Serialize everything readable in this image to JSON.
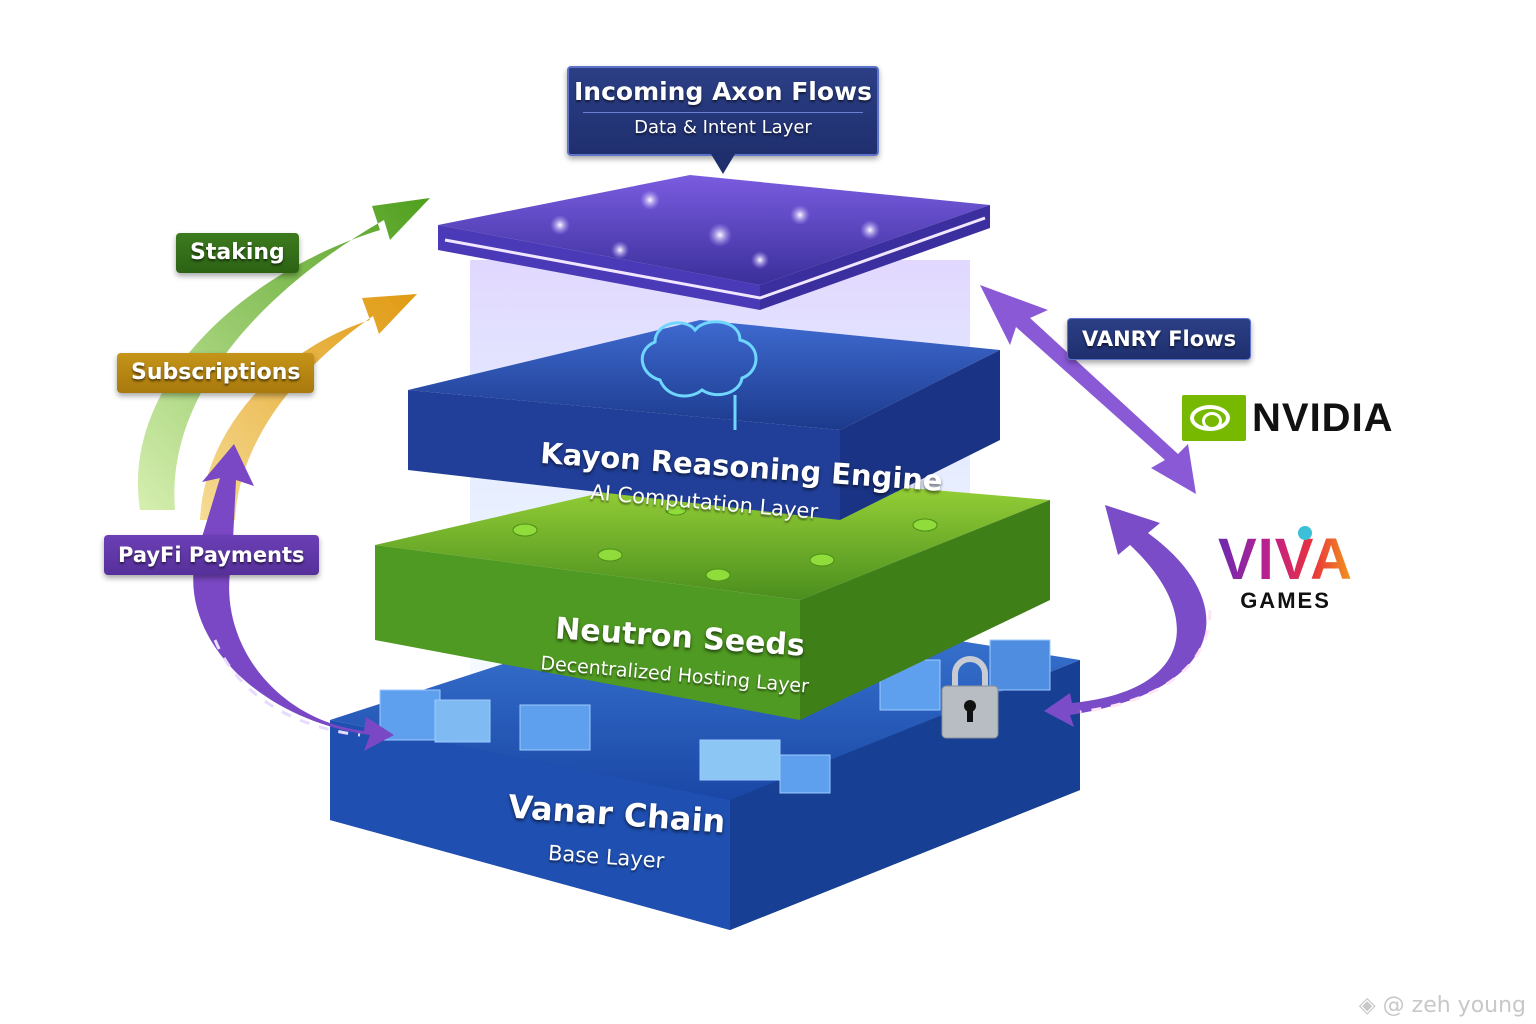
{
  "diagram": {
    "top_callout": {
      "title": "Incoming Axon Flows",
      "subtitle": "Data & Intent Layer"
    },
    "layers": [
      {
        "title": "Kayon Reasoning Engine",
        "subtitle": "AI Computation Layer",
        "color": "#2a4aa8"
      },
      {
        "title": "Neutron Seeds",
        "subtitle": "Decentralized Hosting Layer",
        "color": "#5aa626"
      },
      {
        "title": "Vanar Chain",
        "subtitle": "Base Layer",
        "color": "#1f4fb0"
      }
    ],
    "top_layer_color": "#5b47c9",
    "left_flows": [
      {
        "label": "Staking",
        "color": "#6cbf2a"
      },
      {
        "label": "Subscriptions",
        "color": "#e0a620"
      },
      {
        "label": "PayFi Payments",
        "color": "#7a48c4"
      }
    ],
    "right_flow": {
      "label": "VANRY Flows",
      "color": "#8a5ad6"
    },
    "partners": [
      {
        "name": "NVIDIA",
        "icon": "nvidia-eye-logo"
      },
      {
        "name": "VIVA",
        "tagline": "GAMES",
        "icon": "viva-games-logo"
      }
    ],
    "icons": {
      "brain": "brain-icon",
      "lock": "padlock-icon",
      "sprouts": "sprout-icon"
    },
    "watermark": "@ zeh young"
  }
}
